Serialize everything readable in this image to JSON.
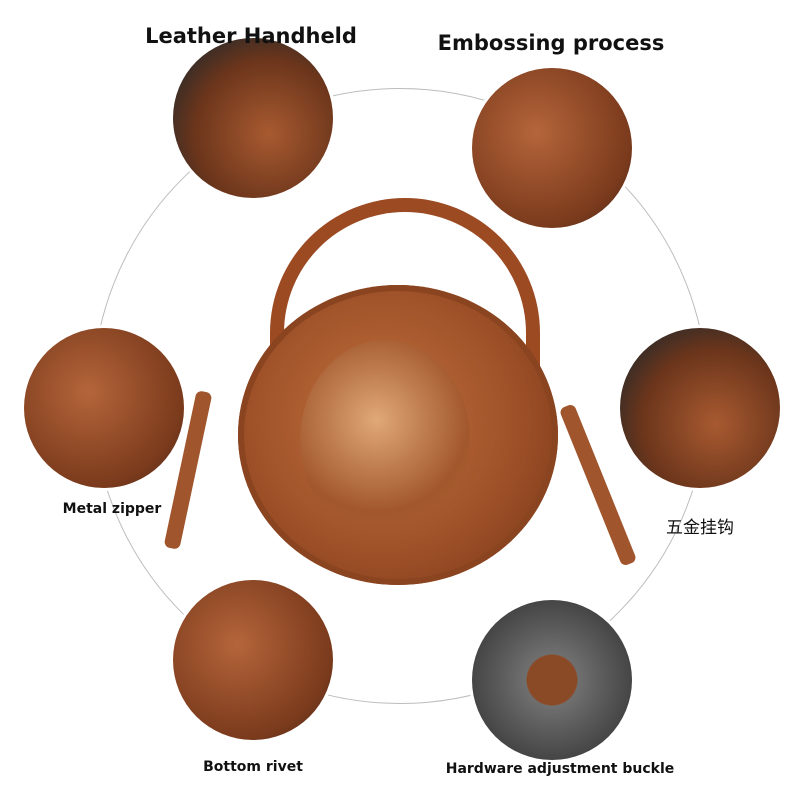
{
  "labels": {
    "leather_handheld": "Leather Handheld",
    "embossing_process": "Embossing process",
    "metal_zipper": "Metal zipper",
    "hardware_hook": "五金挂钩",
    "bottom_rivet": "Bottom rivet",
    "adjustment_buckle": "Hardware adjustment buckle"
  }
}
